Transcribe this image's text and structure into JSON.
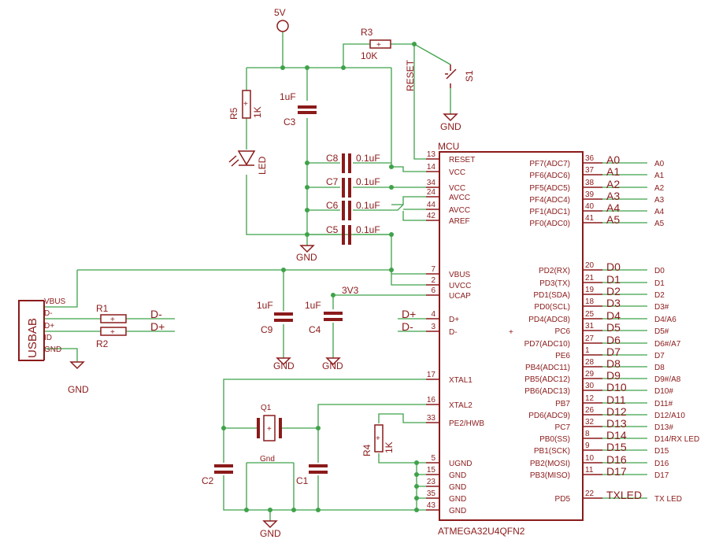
{
  "power": {
    "v5": "5V",
    "v3": "3V3",
    "gnd": "GND",
    "gnd_small": "Gnd"
  },
  "resistors": {
    "r3": "R3",
    "r3_val": "10K",
    "r5": "R5",
    "r5_val": "1K",
    "r1": "R1",
    "r2": "R2",
    "r4": "R4",
    "r4_val": "1K"
  },
  "caps": {
    "c3": "C3",
    "c3_val": "1uF",
    "c8": "C8",
    "c7": "C7",
    "c6": "C6",
    "c5": "C5",
    "small_val": "0.1uF",
    "c9": "C9",
    "c4": "C4",
    "c9_val": "1uF",
    "c4_val": "1uF",
    "c2": "C2",
    "c1": "C1"
  },
  "misc": {
    "led": "LED",
    "reset": "RESET",
    "s1": "S1",
    "q1": "Q1",
    "usb": "USBAB",
    "mcu": "MCU",
    "part": "ATMEGA32U4QFN2"
  },
  "usb_pins": [
    "VBUS",
    "D-",
    "D+",
    "ID",
    "GND"
  ],
  "usb_nets": [
    "D-",
    "D+"
  ],
  "ucap_nets": [
    "D+",
    "D-"
  ],
  "left_pins": [
    {
      "num": "13",
      "name": "RESET"
    },
    {
      "num": "14",
      "name": "VCC"
    },
    {
      "num": "34",
      "name": "VCC"
    },
    {
      "num": "24",
      "name": "AVCC"
    },
    {
      "num": "44",
      "name": "AVCC"
    },
    {
      "num": "42",
      "name": "AREF"
    },
    {
      "num": "7",
      "name": "VBUS"
    },
    {
      "num": "2",
      "name": "UVCC"
    },
    {
      "num": "6",
      "name": "UCAP"
    },
    {
      "num": "4",
      "name": "D+"
    },
    {
      "num": "3",
      "name": "D-"
    },
    {
      "num": "17",
      "name": "XTAL1"
    },
    {
      "num": "16",
      "name": "XTAL2"
    },
    {
      "num": "33",
      "name": "PE2/HWB"
    },
    {
      "num": "5",
      "name": "UGND"
    },
    {
      "num": "15",
      "name": "GND"
    },
    {
      "num": "23",
      "name": "GND"
    },
    {
      "num": "35",
      "name": "GND"
    },
    {
      "num": "43",
      "name": "GND"
    }
  ],
  "right_pins": [
    {
      "num": "36",
      "name": "PF7(ADC7)",
      "sig": "A0",
      "net": "A0"
    },
    {
      "num": "37",
      "name": "PF6(ADC6)",
      "sig": "A1",
      "net": "A1"
    },
    {
      "num": "38",
      "name": "PF5(ADC5)",
      "sig": "A2",
      "net": "A2"
    },
    {
      "num": "39",
      "name": "PF4(ADC4)",
      "sig": "A3",
      "net": "A3"
    },
    {
      "num": "40",
      "name": "PF1(ADC1)",
      "sig": "A4",
      "net": "A4"
    },
    {
      "num": "41",
      "name": "PF0(ADC0)",
      "sig": "A5",
      "net": "A5"
    },
    {
      "num": "20",
      "name": "PD2(RX)",
      "sig": "D0",
      "net": "D0"
    },
    {
      "num": "21",
      "name": "PD3(TX)",
      "sig": "D1",
      "net": "D1"
    },
    {
      "num": "19",
      "name": "PD1(SDA)",
      "sig": "D2",
      "net": "D2"
    },
    {
      "num": "18",
      "name": "PD0(SCL)",
      "sig": "D3",
      "net": "D3#"
    },
    {
      "num": "25",
      "name": "PD4(ADC8)",
      "sig": "D4",
      "net": "D4/A6"
    },
    {
      "num": "31",
      "name": "PC6",
      "sig": "D5",
      "net": "D5#"
    },
    {
      "num": "27",
      "name": "PD7(ADC10)",
      "sig": "D6",
      "net": "D6#/A7"
    },
    {
      "num": "1",
      "name": "PE6",
      "sig": "D7",
      "net": "D7"
    },
    {
      "num": "28",
      "name": "PB4(ADC11)",
      "sig": "D8",
      "net": "D8"
    },
    {
      "num": "29",
      "name": "PB5(ADC12)",
      "sig": "D9",
      "net": "D9#/A8"
    },
    {
      "num": "30",
      "name": "PB6(ADC13)",
      "sig": "D10",
      "net": "D10#"
    },
    {
      "num": "12",
      "name": "PB7",
      "sig": "D11",
      "net": "D11#"
    },
    {
      "num": "26",
      "name": "PD6(ADC9)",
      "sig": "D12",
      "net": "D12/A10"
    },
    {
      "num": "32",
      "name": "PC7",
      "sig": "D13",
      "net": "D13#"
    },
    {
      "num": "8",
      "name": "PB0(SS)",
      "sig": "D14",
      "net": "D14/RX LED"
    },
    {
      "num": "9",
      "name": "PB1(SCK)",
      "sig": "D15",
      "net": "D15"
    },
    {
      "num": "10",
      "name": "PB2(MOSI)",
      "sig": "D16",
      "net": "D16"
    },
    {
      "num": "11",
      "name": "PB3(MISO)",
      "sig": "D17",
      "net": "D17"
    },
    {
      "num": "22",
      "name": "PD5",
      "sig": "TXLED",
      "net": "TX LED"
    }
  ]
}
